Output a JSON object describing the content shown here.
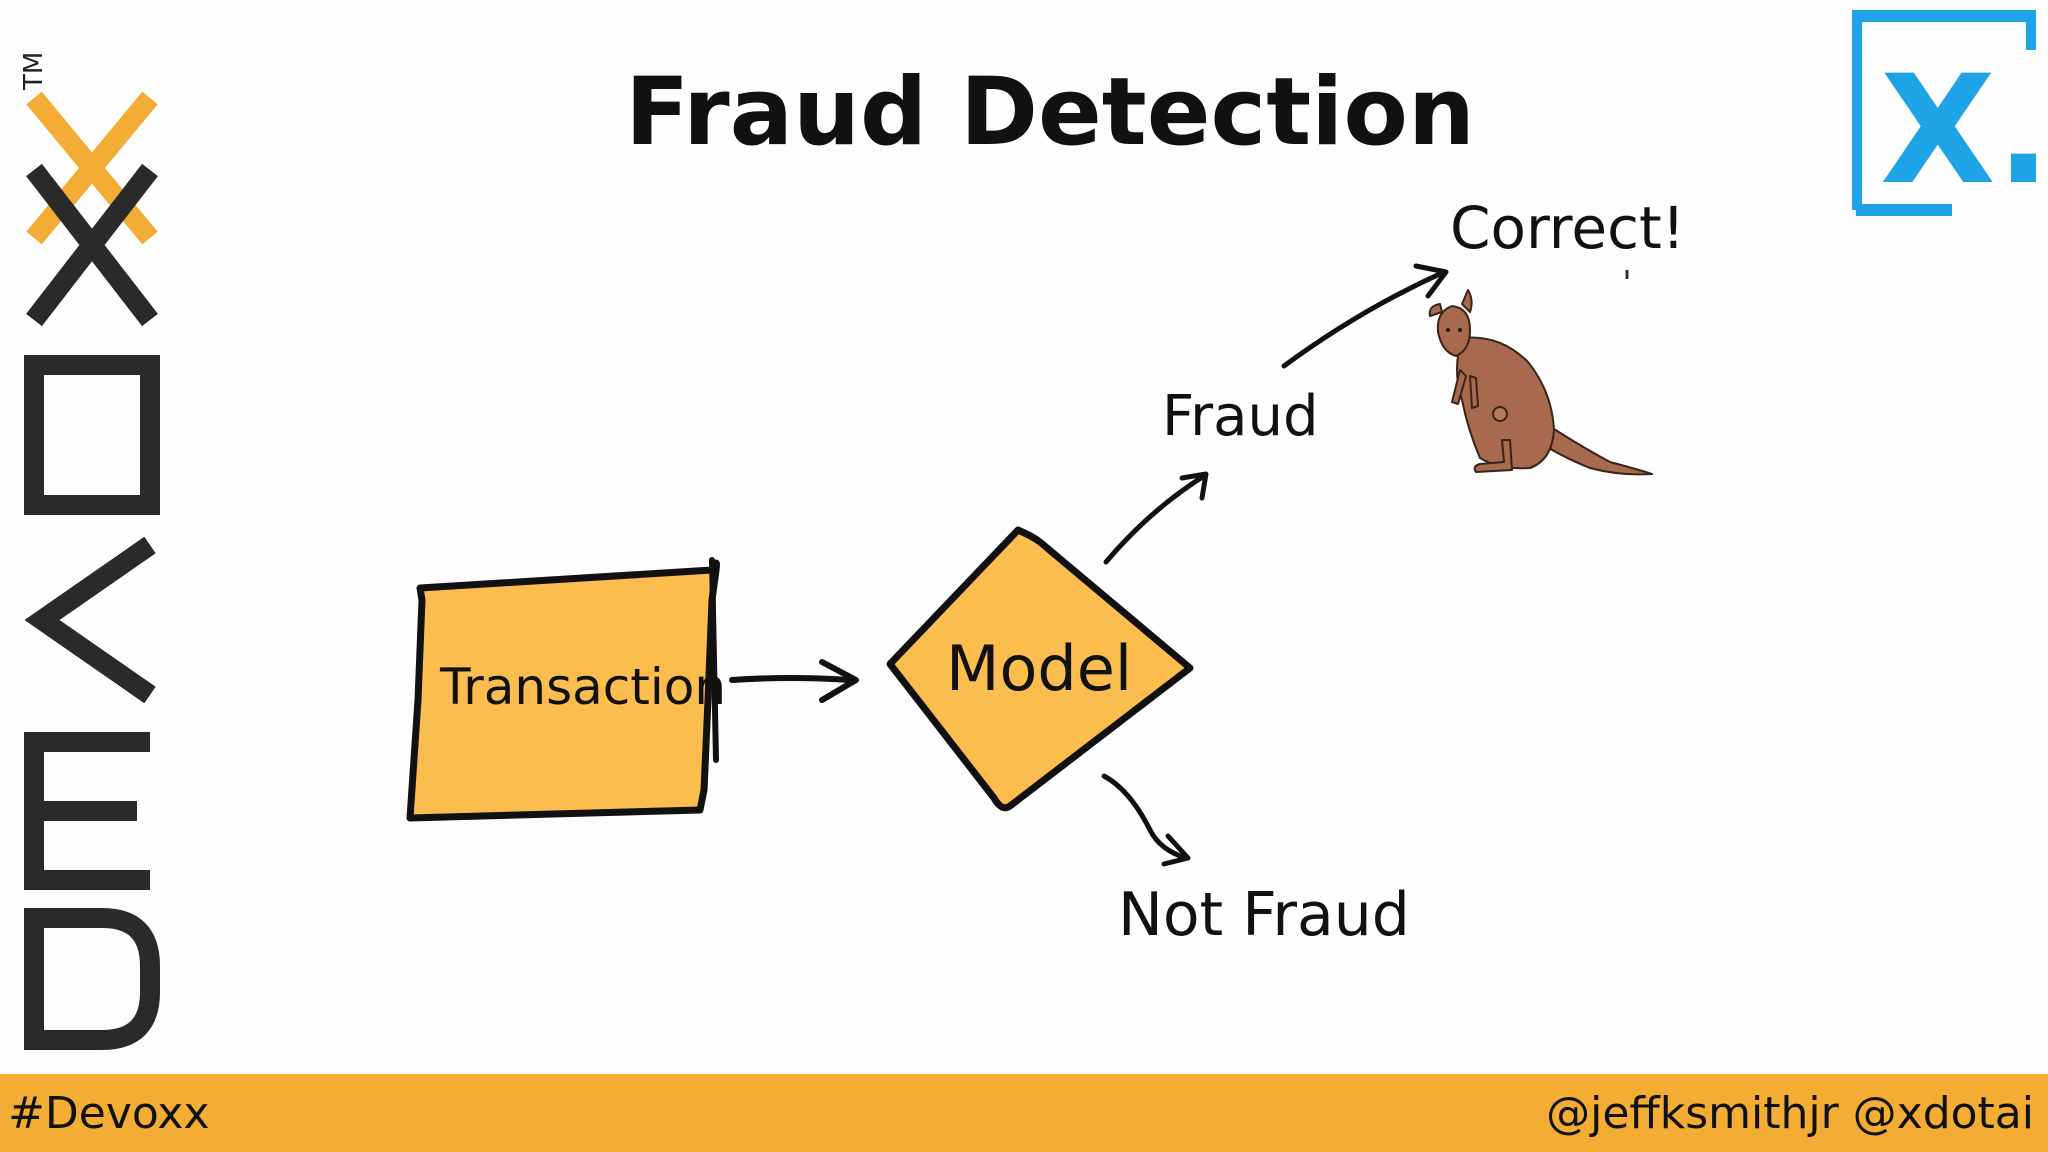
{
  "title": "Fraud Detection",
  "diagram": {
    "input_label": "Transaction",
    "model_label": "Model",
    "branch_fraud": "Fraud",
    "branch_not_fraud": "Not Fraud",
    "outcome_label": "Correct!"
  },
  "branding": {
    "vertical_logo": "DEVOXX",
    "trademark": "TM",
    "corner_logo": "X."
  },
  "footer": {
    "hashtag": "#Devoxx",
    "handles": "@jeffksmithjr @xdotai"
  },
  "colors": {
    "accent_orange": "#f3ad35",
    "shape_fill": "#fbbd4e",
    "logo_blue": "#1ea4e6",
    "logo_dark": "#222222",
    "kangaroo": "#a86a4e"
  },
  "icons": [
    "kangaroo-illustration",
    "arrow-icon"
  ]
}
